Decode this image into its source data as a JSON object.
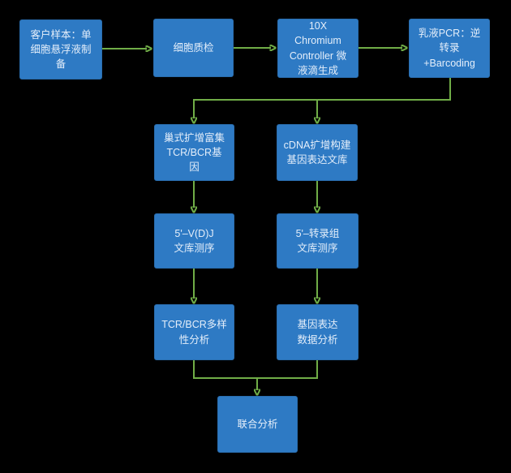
{
  "colors": {
    "background": "#000000",
    "node_fill": "#2E7AC4",
    "node_border": "#2A6DAE",
    "node_text": "#E4EEFA",
    "arrow_green": "#70AD47"
  },
  "diagram": {
    "type": "flowchart",
    "nodes": [
      {
        "id": "sample-prep",
        "label": "客户样本：单\n细胞悬浮液制\n备"
      },
      {
        "id": "cell-qc",
        "label": "细胞质检"
      },
      {
        "id": "chromium-droplet",
        "label": "10X\nChromium\nController 微\n液滴生成"
      },
      {
        "id": "emulsion-pcr",
        "label": "乳液PCR：逆\n转录\n+Barcoding"
      },
      {
        "id": "nested-amp-tcr-bcr",
        "label": "巢式扩增富集\nTCR/BCR基\n因"
      },
      {
        "id": "cdna-library",
        "label": "cDNA扩增构建\n基因表达文库"
      },
      {
        "id": "vdj-sequencing",
        "label": "5'–V(D)J\n文库测序"
      },
      {
        "id": "rna-sequencing",
        "label": "5'–转录组\n文库测序"
      },
      {
        "id": "tcr-bcr-diversity",
        "label": "TCR/BCR多样\n性分析"
      },
      {
        "id": "gene-exp-analysis",
        "label": "基因表达\n数据分析"
      },
      {
        "id": "joint-analysis",
        "label": "联合分析"
      }
    ],
    "edges": [
      {
        "from": "sample-prep",
        "to": "cell-qc"
      },
      {
        "from": "cell-qc",
        "to": "chromium-droplet"
      },
      {
        "from": "chromium-droplet",
        "to": "emulsion-pcr"
      },
      {
        "from": "emulsion-pcr",
        "to": "nested-amp-tcr-bcr"
      },
      {
        "from": "emulsion-pcr",
        "to": "cdna-library"
      },
      {
        "from": "nested-amp-tcr-bcr",
        "to": "vdj-sequencing"
      },
      {
        "from": "cdna-library",
        "to": "rna-sequencing"
      },
      {
        "from": "vdj-sequencing",
        "to": "tcr-bcr-diversity"
      },
      {
        "from": "rna-sequencing",
        "to": "gene-exp-analysis"
      },
      {
        "from": "tcr-bcr-diversity",
        "to": "joint-analysis"
      },
      {
        "from": "gene-exp-analysis",
        "to": "joint-analysis"
      }
    ]
  }
}
